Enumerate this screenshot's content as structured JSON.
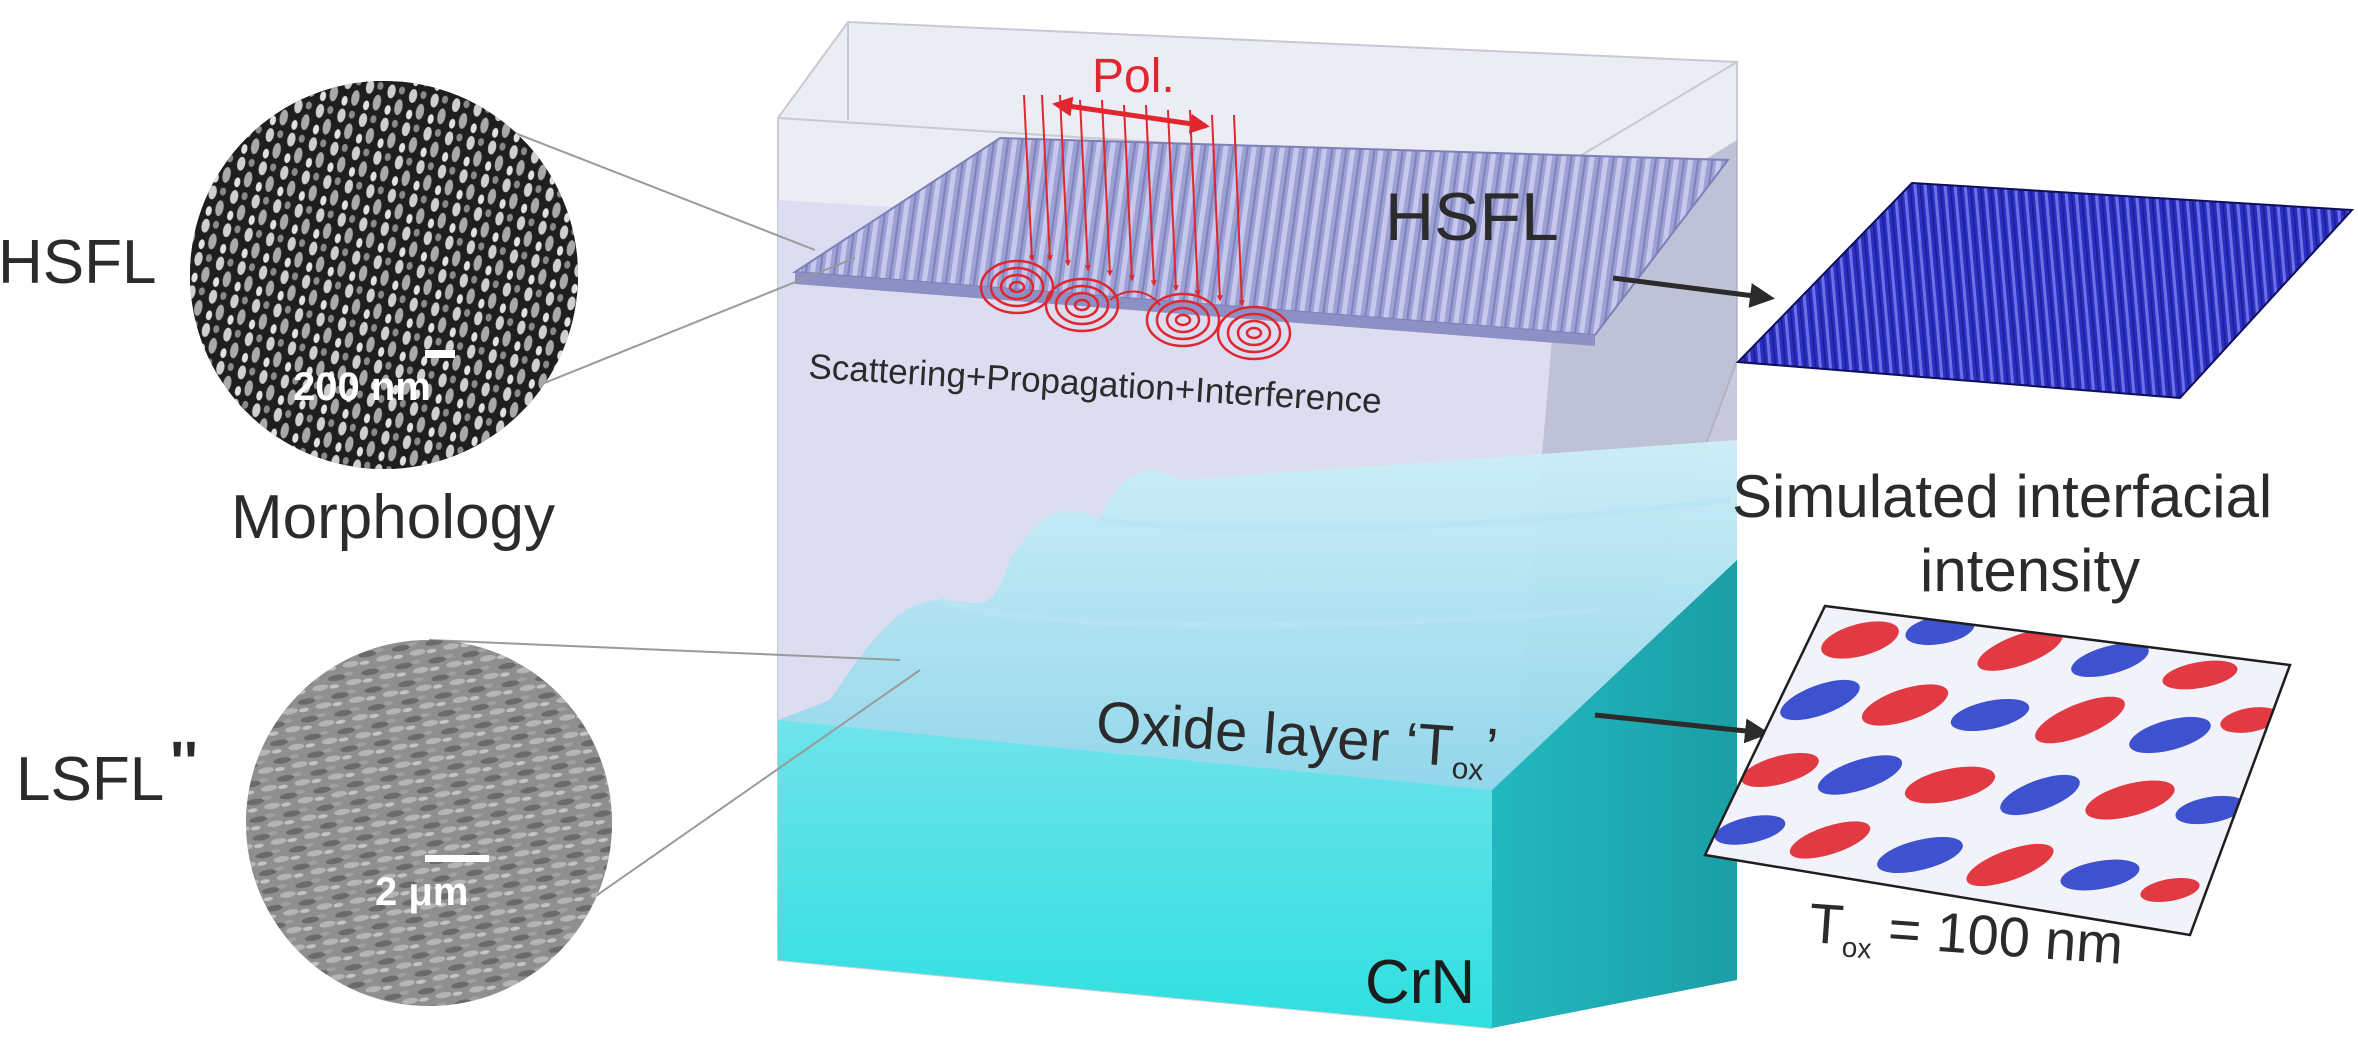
{
  "labels": {
    "left_hsfl": "HSFL",
    "left_lsfl": "LSFL",
    "left_lsfl_marks": "''",
    "morphology": "Morphology",
    "scale_top": "200 nm",
    "scale_bottom": "2 μm",
    "polarization": "Pol.",
    "cube_hsfl": "HSFL",
    "process": "Scattering+Propagation+Interference",
    "oxide_prefix": "Oxide layer ‘T",
    "oxide_sub": "ox",
    "oxide_suffix": "’",
    "substrate": "CrN",
    "sim_title_line1": "Simulated interfacial",
    "sim_title_line2": "intensity",
    "tox_T": "T",
    "tox_sub": "ox",
    "tox_rest": " = 100 nm"
  },
  "colors": {
    "text": "#2b2b2b",
    "accent_red": "#e0262f",
    "oxide_cyan": "#2fd9df",
    "oxide_top": "#a8e6f2",
    "glass": "#d6d8ef",
    "hsfl_blue": "#2b2fc4",
    "map_red": "#e0262f",
    "map_blue": "#2a3fc9"
  },
  "icons": {
    "arrow_top": "right-arrow",
    "arrow_bottom": "right-arrow"
  }
}
